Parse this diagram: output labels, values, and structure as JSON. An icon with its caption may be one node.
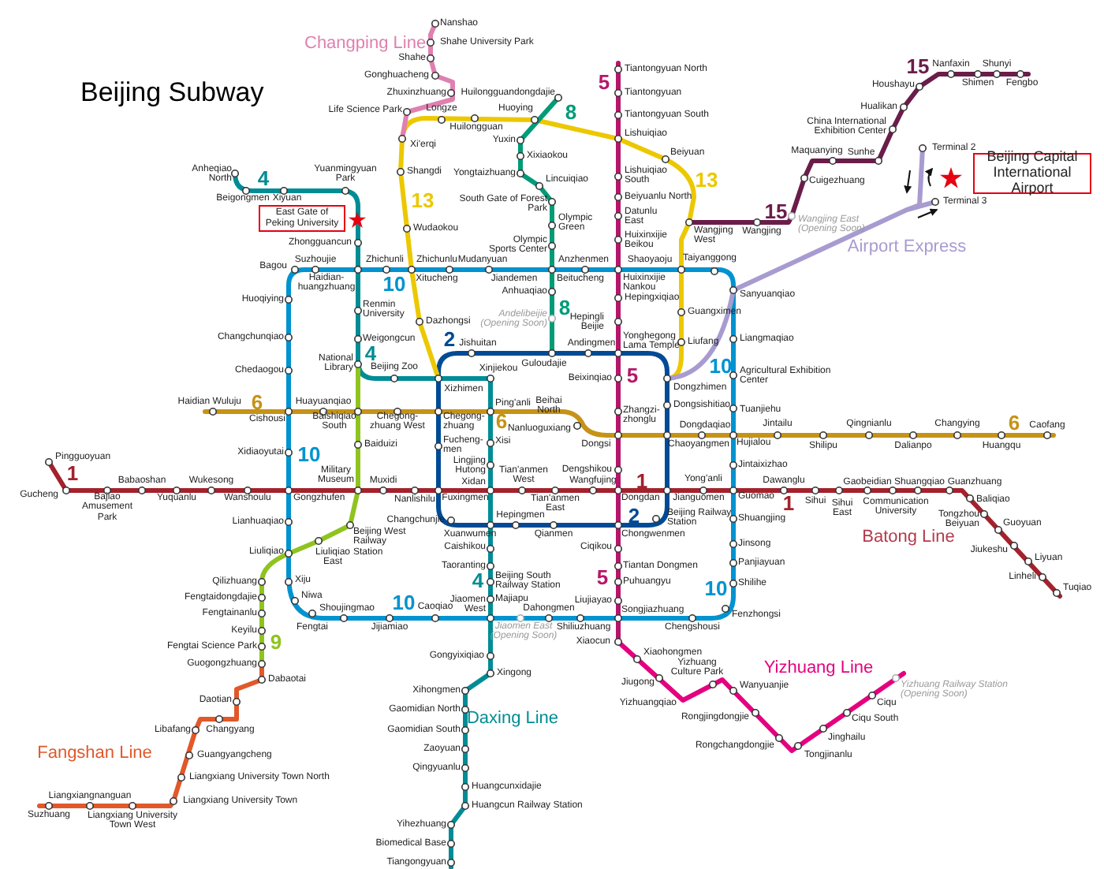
{
  "diagram": {
    "title": "Beijing Subway",
    "nodes": [
      {
        "text": [
          "East Gate of Peking University"
        ]
      },
      {
        "text": [
          "Beijing Capital International Airport"
        ]
      }
    ],
    "labels": [
      "Changping Line",
      "Nanshao",
      "Shahe University Park",
      "Shahe",
      "Gonghuacheng",
      "Zhuxinzhuang",
      "Life Science Park",
      "Longze",
      "Huilongguan",
      "Huoying",
      "Huilongguandongdajie",
      "8",
      "5",
      "Tiantongyuan North",
      "Tiantongyuan",
      "Tiantongyuan South",
      "Lishuiqiao",
      "Beiyuan",
      "15",
      "Nanfaxin",
      "Shunyi",
      "Houshayu",
      "Shimen",
      "Fengbo",
      "Hualikan",
      "China International Exhibition Center",
      "Xi'erqi",
      "Yuxin",
      "Xixiaokou",
      "Shangdi",
      "Yongtaizhuang",
      "Lincuiqiao",
      "Lishuiqiao South",
      "13",
      "Maquanying",
      "Sunhe",
      "Terminal 2",
      "Anheqiao North",
      "4",
      "Yuanmingyuan Park",
      "Cuigezhuang",
      "13",
      "Beigongmen",
      "Xiyuan",
      "Beiyuanlu North",
      "South Gate of Forest Park",
      "Terminal 3",
      "15",
      "Olympic Green",
      "Datunlu East",
      "Wudaokou",
      "Wangjing West",
      "Wangjing",
      "Wangjing East (Opening Soon)",
      "Huixinxijie Beikou",
      "Zhongguancun",
      "Olympic Sports Center",
      "Airport Express",
      "Suzhoujie",
      "Zhichunli",
      "Zhichunlu",
      "Mudanyuan",
      "Anzhenmen",
      "Shaoyaoju",
      "Taiyanggong",
      "Bagou",
      "Haidian-huangzhuang",
      "10",
      "Xitucheng",
      "Jiandemen",
      "Beitucheng",
      "Huixinxijie Nankou",
      "Huoqiying",
      "Anhuaqiao",
      "Hepingxiqiao",
      "Sanyuanqiao",
      "Renmin University",
      "8",
      "Guangximen",
      "Andelibeijie (Opening Soon)",
      "Hepingli Beijie",
      "Dazhongsi",
      "Changchunqiao",
      "Weigongcun",
      "Jishuitan",
      "Andingmen",
      "Yonghegong Lama Temple",
      "Liufang",
      "Liangmaqiao",
      "4",
      "2",
      "Chedaogou",
      "National Library",
      "Beijing Zoo",
      "Xinjiekou",
      "Guloudajie",
      "10",
      "Beixinqiao",
      "5",
      "Agricultural Exhibition Center",
      "Xizhimen",
      "Dongzhimen",
      "Haidian Wuluju",
      "6",
      "Huayuanqiao",
      "Ping'anli",
      "Beihai North",
      "Zhangzi-zhonglu",
      "Dongsishitiao",
      "Tuanjiehu",
      "Cishousi",
      "Baishiqiao South",
      "Chegong-zhuang West",
      "Chegong-zhuang",
      "6",
      "Nanluoguxiang",
      "Jintailu",
      "Qingnianlu",
      "Changying",
      "6",
      "Dongdaqiao",
      "Caofang",
      "Dongsi",
      "Chaoyangmen",
      "Hujialou",
      "Shilipu",
      "Dalianpo",
      "Huangqu",
      "Xidiaoyutai",
      "10",
      "Baiduizi",
      "Fucheng-men",
      "Xisi",
      "Pingguoyuan",
      "Lingjing Hutong",
      "Jintaixizhao",
      "Dengshikou",
      "1",
      "Military Museum",
      "Tian'anmen West",
      "Babaoshan",
      "Wukesong",
      "Muxidi",
      "Xidan",
      "Wangfujing",
      "1",
      "Yong'anli",
      "Dawanglu",
      "Gaobeidian",
      "Shuangqiao",
      "Guanzhuang",
      "Gucheng",
      "Yuquanlu",
      "Wanshoulu",
      "Gongzhufen",
      "Nanlishilu",
      "Fuxingmen",
      "Dongdan",
      "Jianguomen",
      "Guomao",
      "1",
      "Sihui",
      "Baliqiao",
      "Bajiao Amusement Park",
      "Tian'anmen East",
      "Sihui East",
      "Communication University",
      "2",
      "Hepingmen",
      "Beijing Railway Station",
      "Shuangjing",
      "Tongzhou Beiyuan",
      "Lianhuaqiao",
      "Changchunjie",
      "Guoyuan",
      "Xuanwumen",
      "Qianmen",
      "Chongwenmen",
      "Batong Line",
      "Liuliqiao",
      "Beijing West Railway Station",
      "Caishikou",
      "Ciqikou",
      "Jinsong",
      "Jiukeshu",
      "Liuliqiao East",
      "Taoranting",
      "Tiantan Dongmen",
      "Panjiayuan",
      "Liyuan",
      "Qilizhuang",
      "Xiju",
      "4",
      "Beijing South Railway Station",
      "5",
      "Puhuangyu",
      "10",
      "Shilihe",
      "Linheli",
      "Tuqiao",
      "Fengtaidongdajie",
      "Fengtainanlu",
      "Niwa",
      "Shoujingmao",
      "10",
      "Caoqiao",
      "Jiaomen West",
      "Majiapu",
      "Dahongmen",
      "Liujiayao",
      "Songjiazhuang",
      "Fenzhongsi",
      "Keyilu",
      "Fengtai",
      "Jijiamiao",
      "Jiaomen East (Opening Soon)",
      "Shiliuzhuang",
      "Chengshousi",
      "Fengtai Science Park",
      "9",
      "Gongyixiqiao",
      "Xiaocun",
      "Xiaohongmen",
      "Guogongzhuang",
      "Xingong",
      "Yizhuang Culture Park",
      "Yizhuang Line",
      "Dabaotai",
      "Xihongmen",
      "Jiugong",
      "Wanyuanjie",
      "Yizhuang Railway Station (Opening Soon)",
      "Daotian",
      "Gaomidian North",
      "Yizhuangqiao",
      "Ciqu",
      "Daxing Line",
      "Rongjingdongjie",
      "Ciqu South",
      "Libafang",
      "Changyang",
      "Gaomidian South",
      "Jinghailu",
      "Fangshan Line",
      "Guangyangcheng",
      "Zaoyuan",
      "Rongchangdongjie",
      "Tongjinanlu",
      "Qingyuanlu",
      "Liangxiang University Town North",
      "Huangcunxidajie",
      "Liangxiangnanguan",
      "Liangxiang University Town",
      "Huangcun Railway Station",
      "Suzhuang",
      "Liangxiang University Town West",
      "Yihezhuang",
      "Biomedical Base",
      "Tiangongyuan"
    ]
  }
}
